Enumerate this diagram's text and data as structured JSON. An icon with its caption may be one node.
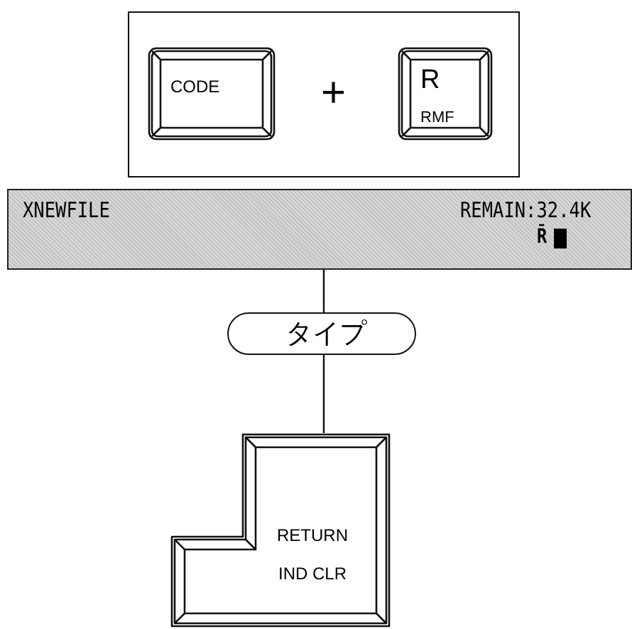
{
  "diagram": {
    "nodes": [
      {
        "text": [],
        "shape": "box"
      },
      {
        "text": [
          "CODE"
        ],
        "in": 0
      },
      {
        "text": [
          "R",
          "RMF"
        ],
        "in": 0
      },
      {
        "text": [
          "XNEWFILE",
          "REMAIN:32.4K",
          "R̄"
        ]
      },
      {
        "text": [
          "タイプ"
        ]
      },
      {
        "text": [
          "RETURN",
          "IND CLR"
        ]
      }
    ],
    "edges": [
      {
        "from": 3,
        "to": 4,
        "arrow": "none"
      },
      {
        "from": 4,
        "to": 5,
        "arrow": "none"
      }
    ],
    "labels": [
      "+"
    ]
  }
}
